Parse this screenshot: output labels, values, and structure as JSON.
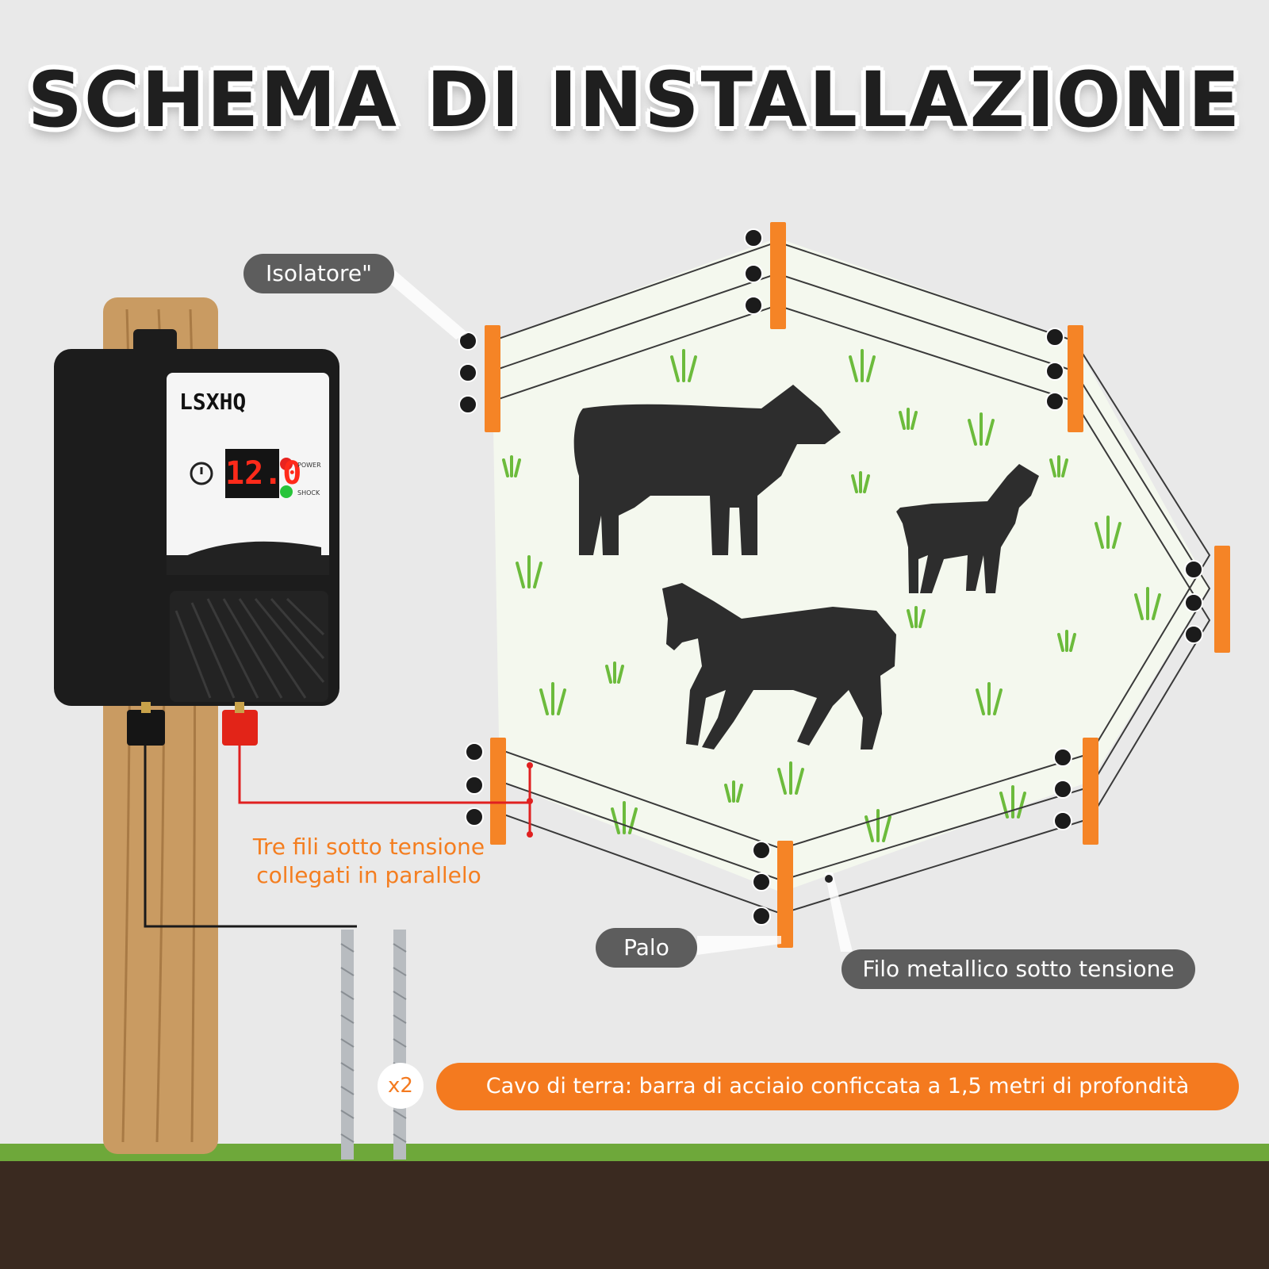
{
  "title": "SCHEMA DI INSTALLAZIONE",
  "device": {
    "brand": "LSXHQ",
    "display_value": "12.0",
    "power_label": "POWER",
    "shock_label": "SHOCK"
  },
  "labels": {
    "insulator": "Isolatore\"",
    "post": "Palo",
    "live_wire": "Filo metallico sotto tensione",
    "parallel_wires": "Tre fili sotto tensione collegati in parallelo",
    "ground_cable": "Cavo di terra: barra di acciaio conficcata a 1,5 metri di profondità",
    "rod_count": "x2"
  },
  "colors": {
    "accent_orange": "#f47a1f",
    "live_red": "#e02020",
    "pill_gray": "#5d5d5d"
  }
}
